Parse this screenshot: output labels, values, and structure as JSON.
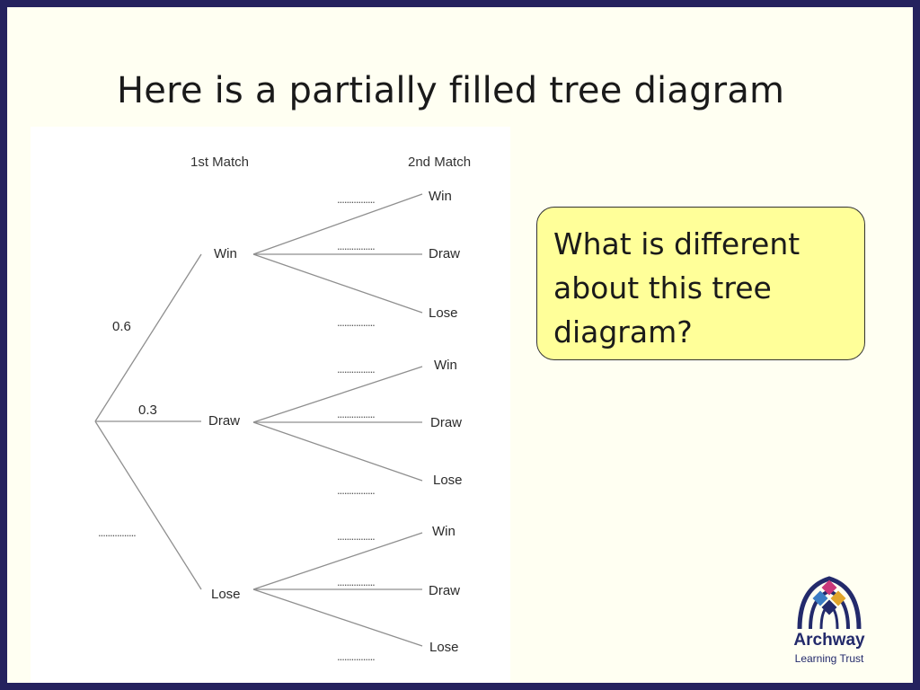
{
  "title": "Here is a partially filled tree diagram",
  "tree": {
    "headers": {
      "first": "1st Match",
      "second": "2nd Match"
    },
    "root_probs": {
      "win": "0.6",
      "draw": "0.3",
      "lose": "................"
    },
    "first": [
      {
        "label": "Win",
        "second": [
          {
            "label": "Win",
            "prob": "................"
          },
          {
            "label": "Draw",
            "prob": "................"
          },
          {
            "label": "Lose",
            "prob": "................"
          }
        ]
      },
      {
        "label": "Draw",
        "second": [
          {
            "label": "Win",
            "prob": "................"
          },
          {
            "label": "Draw",
            "prob": "................"
          },
          {
            "label": "Lose",
            "prob": "................"
          }
        ]
      },
      {
        "label": "Lose",
        "second": [
          {
            "label": "Win",
            "prob": "................"
          },
          {
            "label": "Draw",
            "prob": "................"
          },
          {
            "label": "Lose",
            "prob": "................"
          }
        ]
      }
    ]
  },
  "callout": {
    "text": "What is different about this tree diagram?"
  },
  "logo": {
    "line1": "Archway",
    "line2": "Learning Trust",
    "colors": [
      "#c9377a",
      "#3b7cc4",
      "#e1a52b",
      "#232a6b"
    ]
  }
}
